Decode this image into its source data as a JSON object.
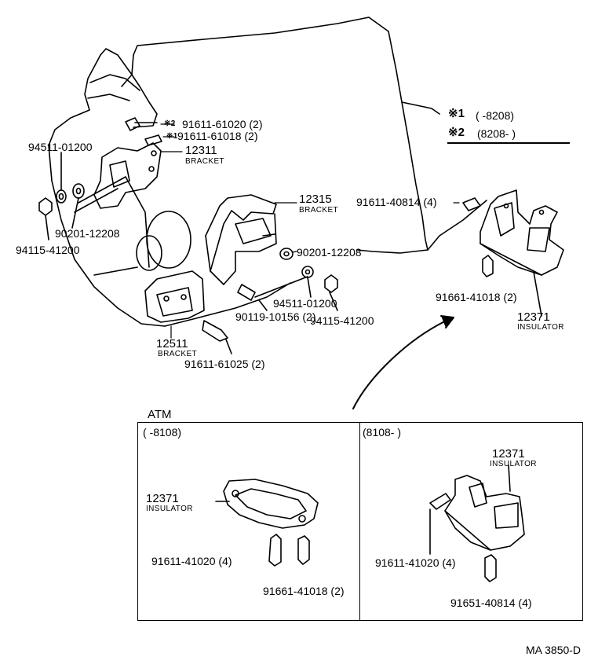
{
  "legend": {
    "note1_mark": "※1",
    "note1_range": "(        -8208)",
    "note2_mark": "※2",
    "note2_range": "(8208-        )"
  },
  "engine": {
    "part_2_mark": "※2",
    "part_2": "91611-61020 (2)",
    "part_1_mark": "※1",
    "part_1": "91611-61018 (2)",
    "nut_left": "94511-01200",
    "washer_left": "90201-12208",
    "nut_left_2": "94115-41200",
    "bracket_12311_no": "12311",
    "bracket_12311_name": "BRACKET",
    "bracket_12315_no": "12315",
    "bracket_12315_name": "BRACKET",
    "washer_right": "90201-12208",
    "nut_right_1": "94511-01200",
    "nut_right_2": "94115-41200",
    "bolt_90119": "90119-10156 (2)",
    "bracket_12511_no": "12511",
    "bracket_12511_name": "BRACKET",
    "bolt_91611_61025": "91611-61025 (2)",
    "bolt_91611_40814": "91611-40814 (4)",
    "bolt_91661_41018": "91661-41018 (2)",
    "insulator_no": "12371",
    "insulator_name": "INSULATOR"
  },
  "atm": {
    "title": "ATM",
    "left_range": "(        -8108)",
    "left_insulator_no": "12371",
    "left_insulator_name": "INSULATOR",
    "left_bolt_a": "91611-41020 (4)",
    "left_bolt_b": "91661-41018 (2)",
    "right_range": "(8108-        )",
    "right_insulator_no": "12371",
    "right_insulator_name": "INSULATOR",
    "right_bolt_a": "91611-41020 (4)",
    "right_bolt_b": "91651-40814 (4)"
  },
  "footer": {
    "code": "MA 3850-D"
  }
}
